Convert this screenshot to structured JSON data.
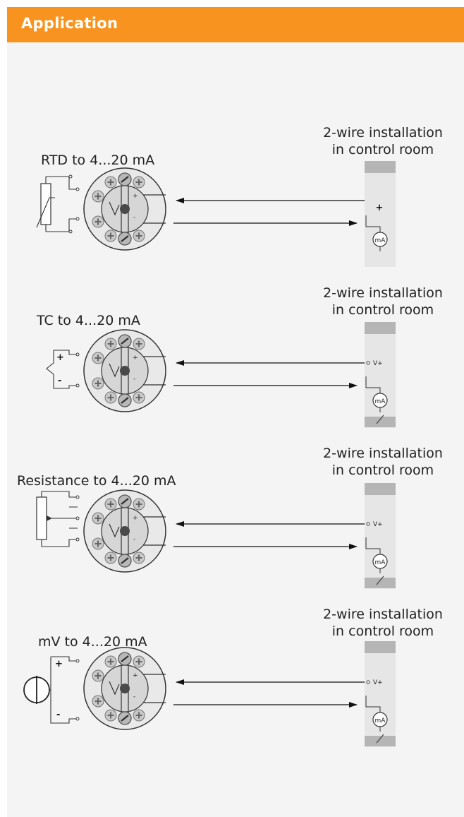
{
  "header": {
    "title": "Application",
    "color": "#f7931e"
  },
  "sections": [
    {
      "title": "RTD to 4...20 mA",
      "room_line1": "2-wire installation",
      "room_line2": "in control room",
      "terminal_top": "+",
      "meter": "mA"
    },
    {
      "title": "TC to 4...20 mA",
      "room_line1": "2-wire installation",
      "room_line2": "in control room",
      "terminal_top": "V+",
      "meter": "mA",
      "sensor_plus": "+",
      "sensor_minus": "-"
    },
    {
      "title": "Resistance to 4...20 mA",
      "room_line1": "2-wire installation",
      "room_line2": "in control room",
      "terminal_top": "V+",
      "meter": "mA"
    },
    {
      "title": "mV to 4...20 mA",
      "room_line1": "2-wire installation",
      "room_line2": "in control room",
      "terminal_top": "V+",
      "meter": "mA",
      "sensor_plus": "+",
      "sensor_minus": "-"
    }
  ]
}
